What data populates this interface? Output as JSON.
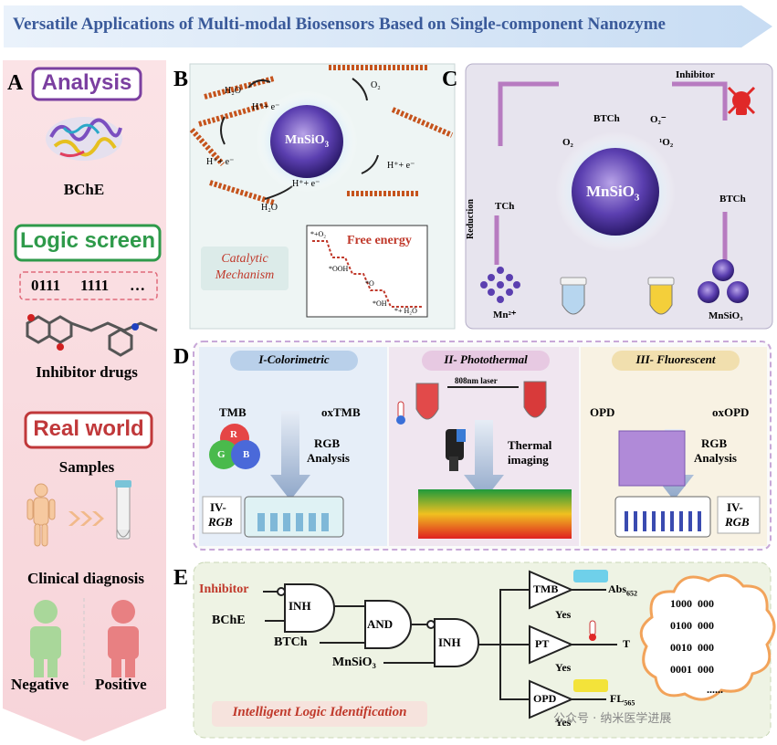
{
  "banner": {
    "title": "Versatile Applications of Multi-modal Biosensors Based on Single-component Nanozyme"
  },
  "panelA": {
    "letter": "A",
    "analysis_label": "Analysis",
    "bche_label": "BChE",
    "logic_screen_label": "Logic screen",
    "code1": "0111",
    "code2": "1111",
    "code3": "…",
    "inhibitor_drugs_label": "Inhibitor drugs",
    "real_world_label": "Real world",
    "samples_label": "Samples",
    "clinical_label": "Clinical diagnosis",
    "negative_label": "Negative",
    "positive_label": "Positive"
  },
  "panelB": {
    "letter": "B",
    "nanozyme_label": "MnSiO",
    "nanozyme_sub": "3",
    "h2o_top": "H₂O",
    "o2_top": "O₂",
    "h_e_1": "H⁺+ e⁻",
    "h_e_2": "H⁺+ e⁻",
    "h_e_3": "H⁺+ e⁻",
    "h_e_4": "H⁺+ e⁻",
    "h2o_bottom": "H₂O",
    "mechanism_line1": "Catalytic",
    "mechanism_line2": "Mechanism",
    "energy_title": "Free energy",
    "e_o2": "*+O₂",
    "e_ooh": "*OOH",
    "e_o": "*O",
    "e_oh": "*OH",
    "e_h2o": "*+ H₂O"
  },
  "panelC": {
    "letter": "C",
    "inhibitor_label": "Inhibitor",
    "btch_top": "BTCh",
    "o2_label": "O₂",
    "o2_minus": "O₂⁻",
    "singlet_o2": "¹O₂",
    "tch_label": "TCh",
    "btch_right": "BTCh",
    "reduction_label": "Reduction",
    "nanozyme_label": "MnSiO",
    "nanozyme_sub": "3",
    "mn_label": "Mn²⁺",
    "mnsio3_bottom": "MnSiO₃"
  },
  "panelD": {
    "letter": "D",
    "tab1": "I-Colorimetric",
    "tab2": "II- Photothermal",
    "tab3": "III- Fluorescent",
    "tmb": "TMB",
    "oxtmb": "oxTMB",
    "rgb_r": "R",
    "rgb_g": "G",
    "rgb_b": "B",
    "rgb_analysis_1": "RGB",
    "rgb_analysis_2": "Analysis",
    "iv_rgb_top": "IV-",
    "iv_rgb_bottom": "RGB",
    "laser_label": "808nm laser",
    "thermal_1": "Thermal",
    "thermal_2": "imaging",
    "opd": "OPD",
    "oxopd": "oxOPD",
    "rgb_analysis_3": "RGB",
    "rgb_analysis_4": "Analysis",
    "iv_rgb_top2": "IV-",
    "iv_rgb_bottom2": "RGB"
  },
  "panelE": {
    "letter": "E",
    "inhibitor": "Inhibitor",
    "bche": "BChE",
    "btch": "BTCh",
    "mnsio3": "MnSiO₃",
    "gate_inh1": "INH",
    "gate_and": "AND",
    "gate_inh2": "INH",
    "buf_tmb": "TMB",
    "buf_pt": "PT",
    "buf_opd": "OPD",
    "yes1": "Yes",
    "yes2": "Yes",
    "yes3": "Yes",
    "out1": "Abs",
    "out1_sub": "652",
    "out2": "T",
    "out3": "FL",
    "out3_sub": "565",
    "codes": [
      "1000  000",
      "0100  000",
      "0010  000",
      "0001  000",
      "......"
    ],
    "footer": "Intelligent Logic Identification",
    "watermark": "公众号 · 纳米医学进展"
  },
  "colors": {
    "banner": "#3a5a9a",
    "analysis": "#7b3fa0",
    "logic": "#2e9a4a",
    "real": "#c0383a",
    "accent_red": "#c0392b"
  }
}
